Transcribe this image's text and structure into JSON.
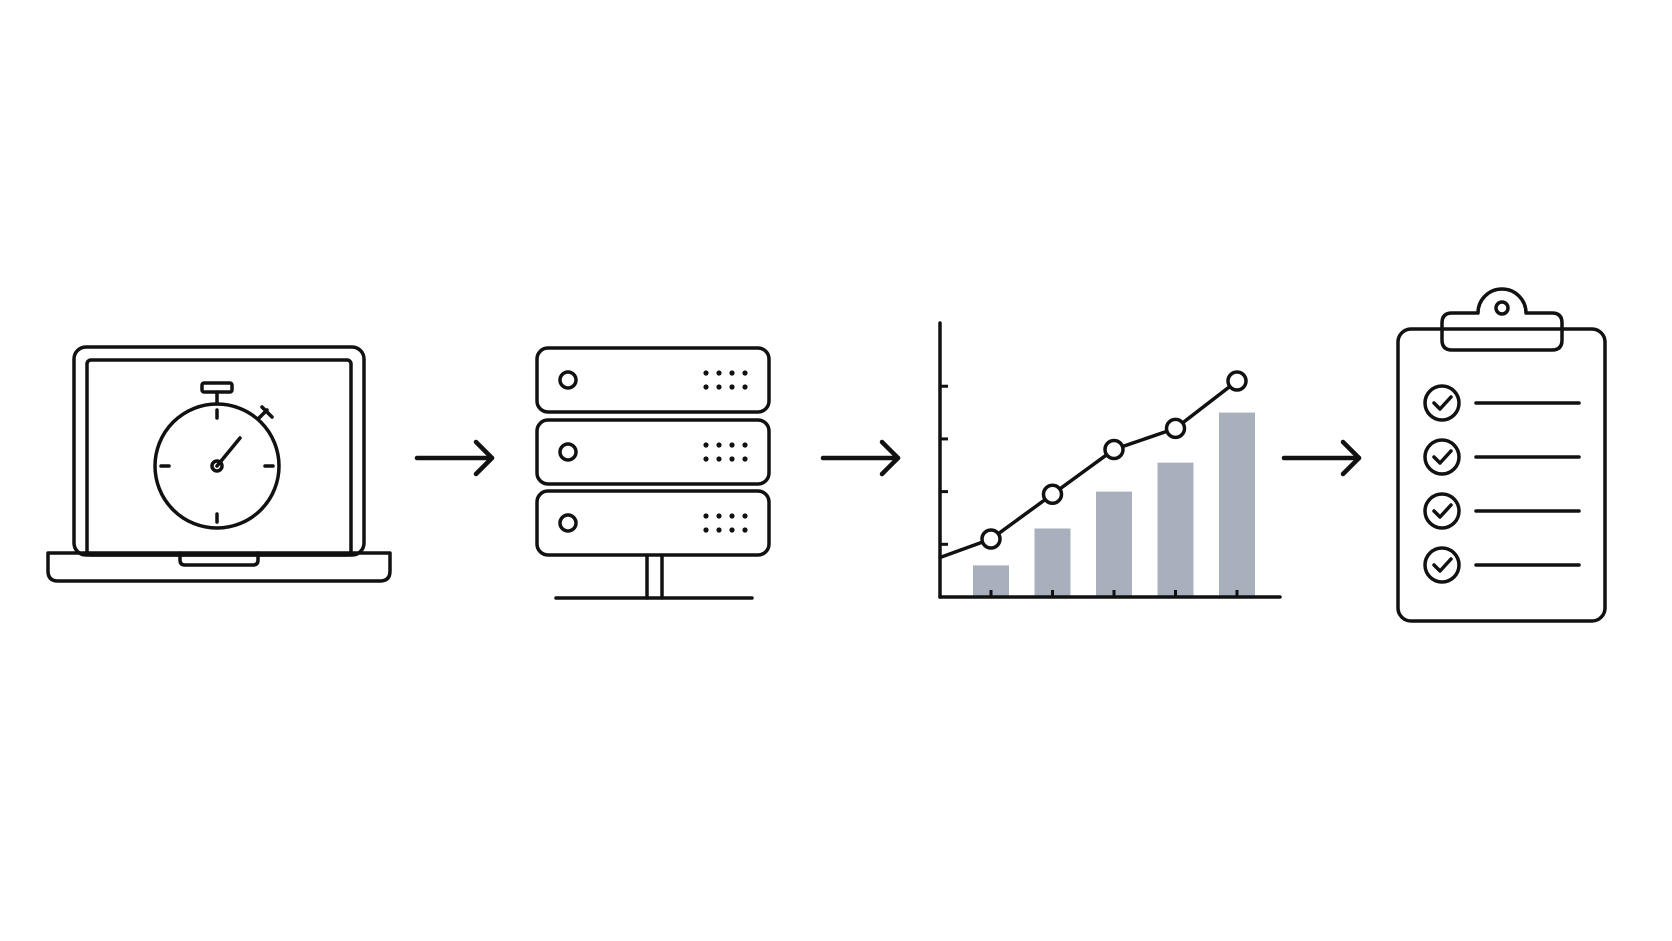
{
  "colors": {
    "stroke": "#111111",
    "bar_fill": "#a9b0bd",
    "background": "#ffffff"
  },
  "steps": [
    {
      "icon": "laptop-stopwatch-icon"
    },
    {
      "icon": "server-rack-icon"
    },
    {
      "icon": "bar-line-chart-icon"
    },
    {
      "icon": "clipboard-checklist-icon"
    }
  ],
  "connectors": [
    "arrow-right-icon",
    "arrow-right-icon",
    "arrow-right-icon"
  ],
  "chart_data": {
    "type": "bar",
    "categories": [
      "",
      "",
      "",
      "",
      ""
    ],
    "series": [
      {
        "type": "bar",
        "values": [
          0.6,
          1.3,
          2.0,
          2.55,
          3.5
        ]
      },
      {
        "type": "line",
        "values": [
          1.1,
          1.95,
          2.8,
          3.2,
          4.1
        ]
      }
    ],
    "ylim": [
      0,
      5.2
    ],
    "xlabel": "",
    "ylabel": "",
    "grid": false,
    "legend": "none"
  }
}
